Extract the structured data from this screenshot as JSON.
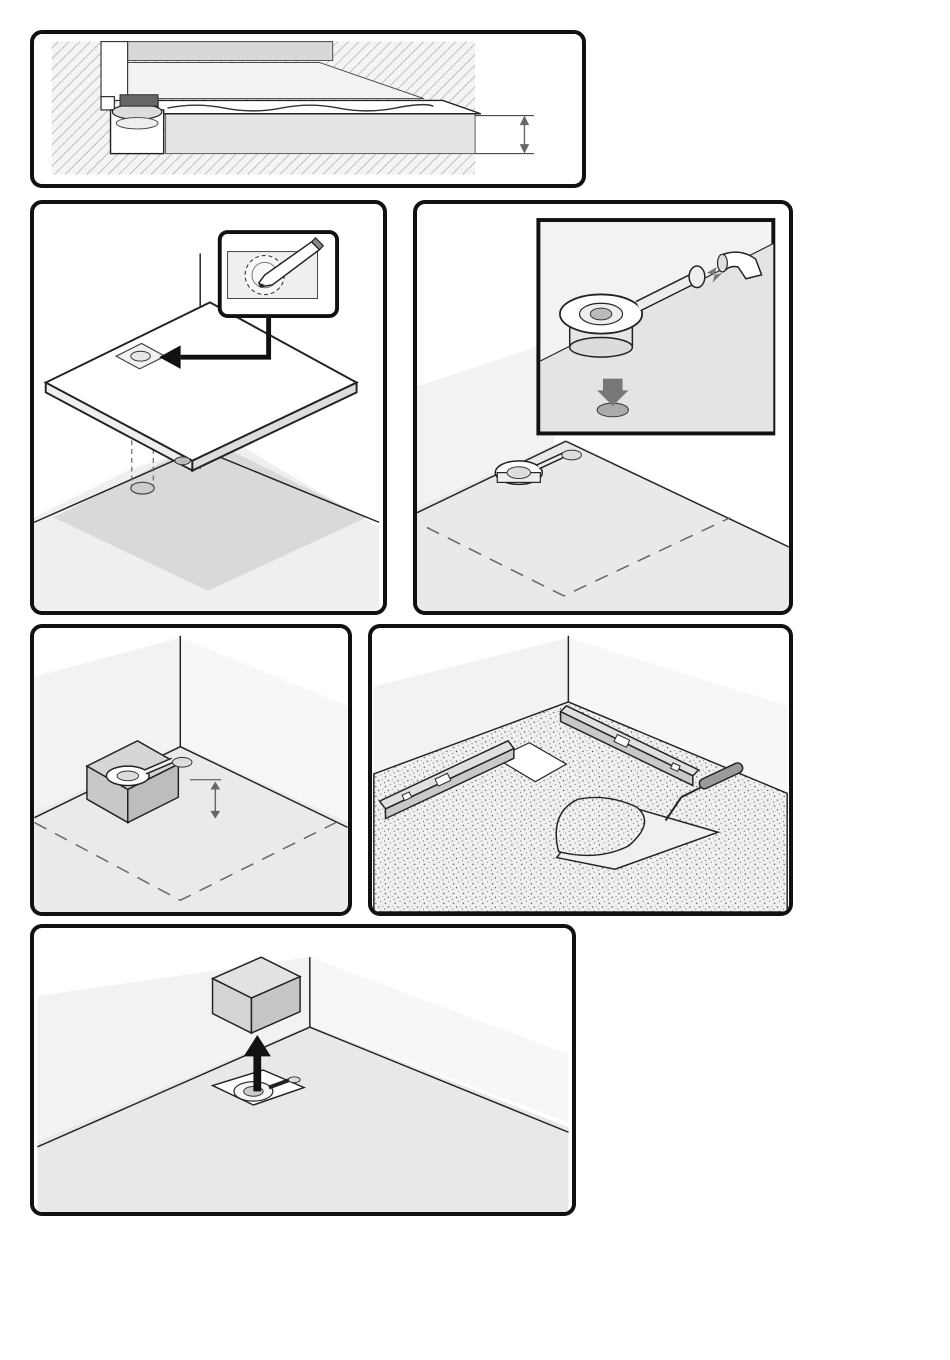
{
  "document": {
    "type": "installation-instructions",
    "colors": {
      "outline": "#111111",
      "wall": "#f2f2f2",
      "floor": "#e6e6e6",
      "floor_shadow": "#d9d9d9",
      "arrow": "#111111",
      "arrow_grey": "#777777",
      "screed": "#e9e9e9"
    },
    "steps": [
      {
        "id": "step-1",
        "illustration": "cross-section-tray-height"
      },
      {
        "id": "step-2",
        "illustration": "mark-waste-position"
      },
      {
        "id": "step-3",
        "illustration": "connect-waste-trap"
      },
      {
        "id": "step-4",
        "illustration": "support-block-height"
      },
      {
        "id": "step-5",
        "illustration": "level-screed-bed"
      },
      {
        "id": "step-6",
        "illustration": "remove-block"
      }
    ]
  }
}
